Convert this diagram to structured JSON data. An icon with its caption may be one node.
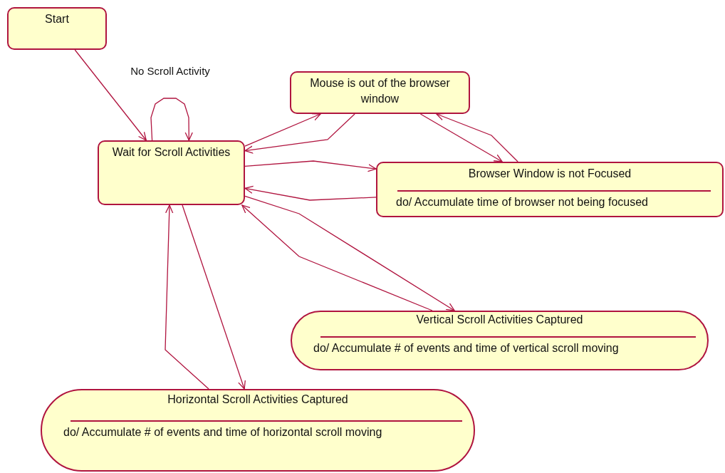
{
  "diagram": {
    "nodes": [
      {
        "text": [
          "Start"
        ]
      },
      {
        "text": [
          "Wait for Scroll Activities"
        ]
      },
      {
        "text": [
          "Mouse is out of the browser window"
        ]
      },
      {
        "text": [
          "Browser Window is not Focused",
          "do/ Accumulate time of browser not being focused"
        ]
      },
      {
        "text": [
          "Vertical Scroll Activities Captured",
          "do/ Accumulate # of events and time of vertical scroll moving"
        ]
      },
      {
        "text": [
          "Horizontal Scroll Activities Captured",
          "do/ Accumulate # of events and time of horizontal scroll moving"
        ]
      }
    ],
    "edges": [
      {
        "from": 0,
        "to": 1,
        "arrow": "to"
      },
      {
        "from": 1,
        "to": 1,
        "arrow": "to",
        "label": "No Scroll Activity"
      },
      {
        "from": 1,
        "to": 2,
        "arrow": "to"
      },
      {
        "from": 2,
        "to": 1,
        "arrow": "to"
      },
      {
        "from": 1,
        "to": 3,
        "arrow": "to"
      },
      {
        "from": 3,
        "to": 1,
        "arrow": "to"
      },
      {
        "from": 2,
        "to": 3,
        "arrow": "to"
      },
      {
        "from": 3,
        "to": 2,
        "arrow": "to"
      },
      {
        "from": 1,
        "to": 4,
        "arrow": "to"
      },
      {
        "from": 4,
        "to": 1,
        "arrow": "to"
      },
      {
        "from": 1,
        "to": 5,
        "arrow": "to"
      },
      {
        "from": 5,
        "to": 1,
        "arrow": "to"
      }
    ]
  }
}
